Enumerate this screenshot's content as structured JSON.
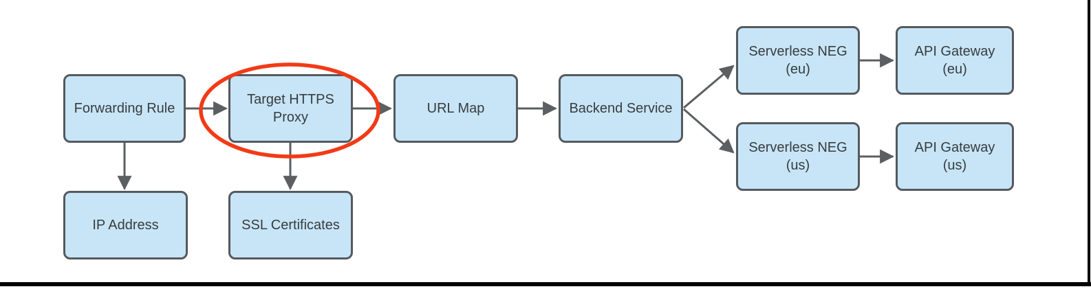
{
  "diagram": {
    "description": "Google Cloud external HTTPS load balancer architecture flow with Target HTTPS Proxy highlighted",
    "nodes": [
      {
        "id": "forwarding-rule",
        "label": "Forwarding Rule"
      },
      {
        "id": "target-https-proxy",
        "label": "Target HTTPS\nProxy"
      },
      {
        "id": "url-map",
        "label": "URL Map"
      },
      {
        "id": "backend-service",
        "label": "Backend Service"
      },
      {
        "id": "serverless-neg-eu",
        "label": "Serverless NEG\n(eu)"
      },
      {
        "id": "api-gateway-eu",
        "label": "API Gateway\n(eu)"
      },
      {
        "id": "serverless-neg-us",
        "label": "Serverless NEG\n(us)"
      },
      {
        "id": "api-gateway-us",
        "label": "API Gateway\n(us)"
      },
      {
        "id": "ip-address",
        "label": "IP Address"
      },
      {
        "id": "ssl-certificates",
        "label": "SSL Certificates"
      }
    ],
    "edges": [
      {
        "from": "forwarding-rule",
        "to": "target-https-proxy"
      },
      {
        "from": "target-https-proxy",
        "to": "url-map"
      },
      {
        "from": "url-map",
        "to": "backend-service"
      },
      {
        "from": "backend-service",
        "to": "serverless-neg-eu"
      },
      {
        "from": "backend-service",
        "to": "serverless-neg-us"
      },
      {
        "from": "serverless-neg-eu",
        "to": "api-gateway-eu"
      },
      {
        "from": "serverless-neg-us",
        "to": "api-gateway-us"
      },
      {
        "from": "forwarding-rule",
        "to": "ip-address"
      },
      {
        "from": "target-https-proxy",
        "to": "ssl-certificates"
      }
    ],
    "highlight": {
      "shape": "ellipse",
      "around": "target-https-proxy"
    }
  },
  "colors": {
    "node_fill": "#c7e5f7",
    "node_border": "#55595e",
    "arrow": "#5b5f62",
    "text": "#383c3e",
    "highlight": "#f23a17",
    "frame": "#000000"
  }
}
